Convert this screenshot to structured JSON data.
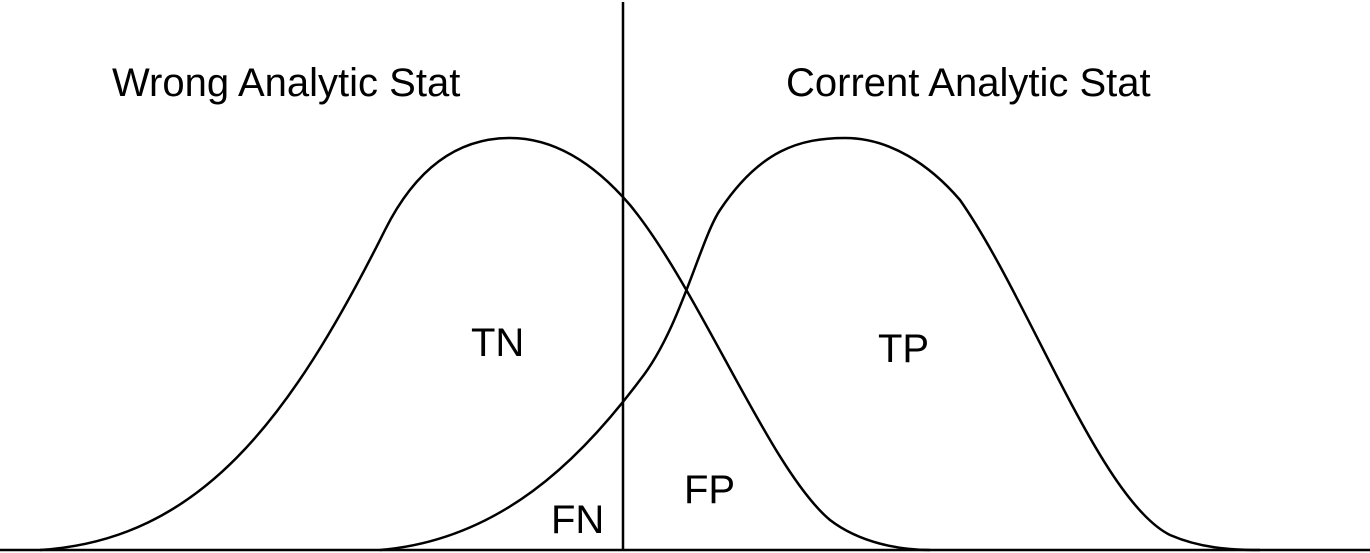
{
  "labels": {
    "left_title": "Wrong Analytic Stat",
    "right_title": "Corrent Analytic Stat",
    "tn": "TN",
    "tp": "TP",
    "fn": "FN",
    "fp": "FP"
  },
  "colors": {
    "stroke": "#000000",
    "background": "#ffffff"
  }
}
